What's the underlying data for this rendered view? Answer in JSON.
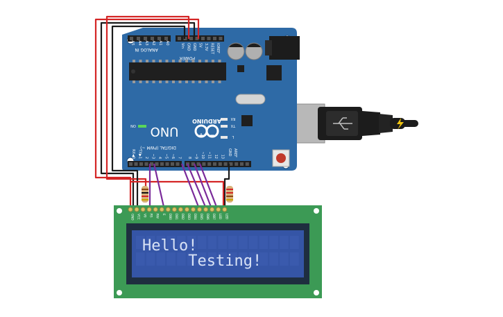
{
  "board": {
    "analog_header": "ANALOG IN",
    "power_header": "POWER",
    "analog_pins": [
      "A5",
      "A4",
      "A3",
      "A2",
      "A1",
      "A0"
    ],
    "power_pins": [
      "Vin",
      "GND",
      "GND",
      "5V",
      "3.3V",
      "RESET",
      "IOREF"
    ],
    "brand": "ARDUINO",
    "model": "UNO",
    "digital_header": "DIGITAL (PWM ~)",
    "aref": "AREF",
    "gnd": "GND",
    "digital_pins": [
      "RX◀0",
      "TX▶1",
      "2",
      "~3",
      "4",
      "~5",
      "~6",
      "7",
      "8",
      "~9",
      "~10",
      "~11",
      "12",
      "13"
    ],
    "on_label": "ON",
    "rx_label": "RX",
    "tx_label": "TX",
    "l_label": "L"
  },
  "lcd": {
    "line1": "Hello!",
    "line2": "     Testing!",
    "pin_labels": [
      "GND",
      "VCC",
      "V0",
      "RS",
      "RW",
      "E",
      "DB0",
      "DB1",
      "DB2",
      "DB3",
      "DB4",
      "DB5",
      "DB6",
      "DB7",
      "LED",
      "LED"
    ]
  },
  "colors": {
    "board": "#2e6aa6",
    "lcd_pcb": "#3c9a55",
    "lcd_screen": "#3555a6",
    "wire_red": "#d42525",
    "wire_black": "#1a1a1a",
    "wire_purple": "#7a2a9a",
    "cable": "#1c1c1c"
  }
}
